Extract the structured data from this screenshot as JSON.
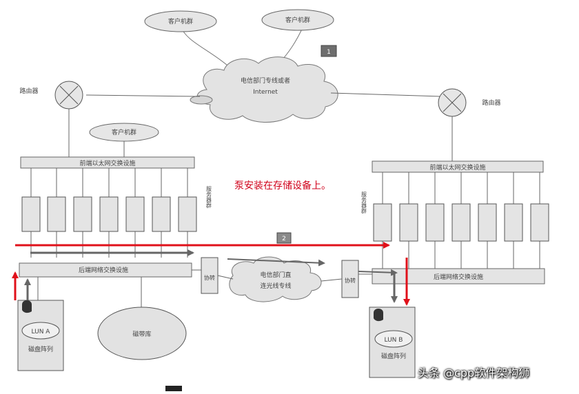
{
  "diagram": {
    "clients_left_top": "客户机群",
    "clients_right_top": "客户机群",
    "clients_mid": "客户机群",
    "cloud_top_line1": "电信部门专线或者",
    "cloud_top_line2": "Internet",
    "marker_1": "1",
    "marker_2": "2",
    "router_left": "路由器",
    "router_right": "路由器",
    "front_switch_left": "前端以太网交换设施",
    "front_switch_right": "前端以太网交换设施",
    "server_group_left": "服务器群",
    "server_group_right": "服务器群",
    "back_switch_left": "后端网络交换设施",
    "back_switch_right": "后端网络交换设施",
    "protocol_left": "协转",
    "protocol_right": "协转",
    "cloud_mid_line1": "电信部门直",
    "cloud_mid_line2": "连光线专线",
    "lun_left": "LUN A",
    "disk_left": "磁盘阵列",
    "lun_right": "LUN B",
    "disk_right": "磁盘阵列",
    "tape": "磁带库",
    "note": "泵安装在存储设备上。",
    "watermark": "头条 @cpp软件架构狮"
  },
  "colors": {
    "arrow_red": "#e0101a",
    "arrow_gray": "#666666",
    "line": "#555555",
    "box_fill": "#e4e4e4"
  }
}
